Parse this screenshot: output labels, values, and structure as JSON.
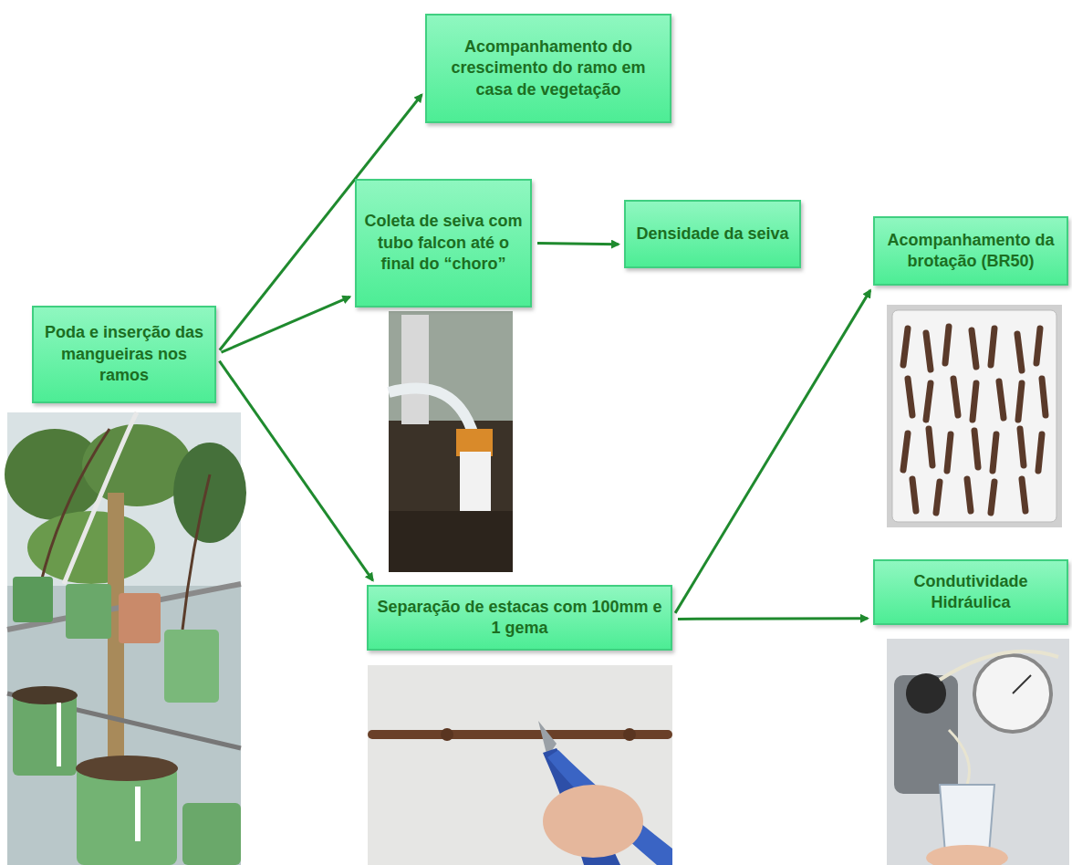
{
  "diagram": {
    "nodes": [
      {
        "text": [
          "Poda e inserção das mangueiras nos ramos"
        ]
      },
      {
        "text": [
          "Acompanhamento do crescimento do ramo em casa de vegetação"
        ]
      },
      {
        "text": [
          "Coleta de seiva com tubo falcon até o final do “choro”"
        ]
      },
      {
        "text": [
          "Densidade da seiva"
        ]
      },
      {
        "text": [
          "Acompanhamento da brotação (BR50)"
        ]
      },
      {
        "text": [
          "Separação de estacas com 100mm e 1 gema"
        ]
      },
      {
        "text": [
          "Condutividade Hidráulica"
        ]
      }
    ],
    "edges": [
      {
        "from": 0,
        "to": 1,
        "arrow": "to"
      },
      {
        "from": 0,
        "to": 2,
        "arrow": "to"
      },
      {
        "from": 0,
        "to": 5,
        "arrow": "to"
      },
      {
        "from": 2,
        "to": 3,
        "arrow": "to"
      },
      {
        "from": 5,
        "to": 4,
        "arrow": "to"
      },
      {
        "from": 5,
        "to": 6,
        "arrow": "to"
      }
    ]
  }
}
